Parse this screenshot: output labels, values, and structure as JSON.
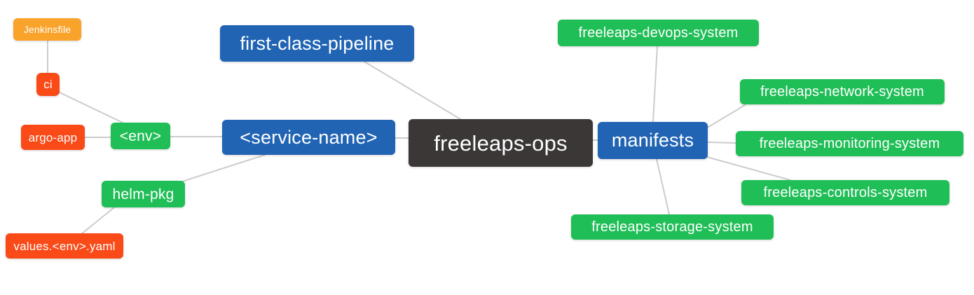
{
  "colors": {
    "root_bg": "#3B3737",
    "branch_bg": "#2164B4",
    "leaf_green_bg": "#20BE57",
    "leaf_red_bg": "#F94A18",
    "leaf_amber_bg": "#F9A32B",
    "edge": "#CCCCCC",
    "text": "#FFFFFF",
    "canvas_bg": "#FFFFFF"
  },
  "diagram": {
    "type": "mindmap",
    "root": {
      "id": "freeleaps-ops",
      "label": "freeleaps-ops"
    },
    "nodes": {
      "jenkinsfile": {
        "label": "Jenkinsfile",
        "color": "amber"
      },
      "ci": {
        "label": "ci",
        "color": "red"
      },
      "argo_app": {
        "label": "argo-app",
        "color": "red"
      },
      "env": {
        "label": "<env>",
        "color": "green"
      },
      "helm_pkg": {
        "label": "helm-pkg",
        "color": "green"
      },
      "values_env_yaml": {
        "label": "values.<env>.yaml",
        "color": "red"
      },
      "first_class_pipeline": {
        "label": "first-class-pipeline",
        "color": "blue"
      },
      "service_name": {
        "label": "<service-name>",
        "color": "blue"
      },
      "manifests": {
        "label": "manifests",
        "color": "blue"
      },
      "devops_system": {
        "label": "freeleaps-devops-system",
        "color": "green"
      },
      "network_system": {
        "label": "freeleaps-network-system",
        "color": "green"
      },
      "monitoring_system": {
        "label": "freeleaps-monitoring-system",
        "color": "green"
      },
      "controls_system": {
        "label": "freeleaps-controls-system",
        "color": "green"
      },
      "storage_system": {
        "label": "freeleaps-storage-system",
        "color": "green"
      }
    },
    "edges": [
      [
        "jenkinsfile",
        "ci"
      ],
      [
        "ci",
        "env"
      ],
      [
        "argo_app",
        "env"
      ],
      [
        "env",
        "service_name"
      ],
      [
        "helm_pkg",
        "service_name"
      ],
      [
        "values_env_yaml",
        "helm_pkg"
      ],
      [
        "first_class_pipeline",
        "freeleaps-ops"
      ],
      [
        "service_name",
        "freeleaps-ops"
      ],
      [
        "freeleaps-ops",
        "manifests"
      ],
      [
        "manifests",
        "devops_system"
      ],
      [
        "manifests",
        "network_system"
      ],
      [
        "manifests",
        "monitoring_system"
      ],
      [
        "manifests",
        "controls_system"
      ],
      [
        "manifests",
        "storage_system"
      ]
    ]
  }
}
